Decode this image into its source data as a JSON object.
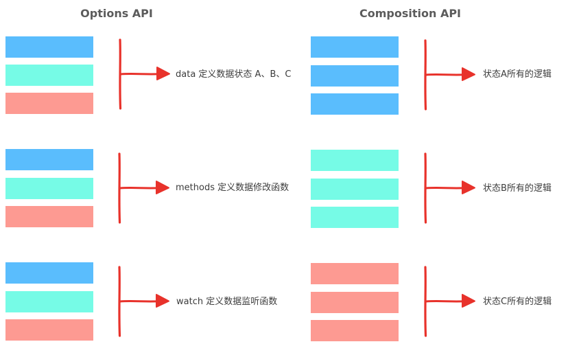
{
  "titles": {
    "left": "Options API",
    "right": "Composition API"
  },
  "colors": {
    "blue": "#5abdfd",
    "cyan": "#76fbe6",
    "red": "#fd9a92",
    "arrow": "#e8322b"
  },
  "options_groups": [
    {
      "colors": [
        "blue",
        "cyan",
        "red"
      ],
      "label": "data 定义数据状态 A、B、C"
    },
    {
      "colors": [
        "blue",
        "cyan",
        "red"
      ],
      "label": "methods 定义数据修改函数"
    },
    {
      "colors": [
        "blue",
        "cyan",
        "red"
      ],
      "label": "watch 定义数据监听函数"
    }
  ],
  "composition_groups": [
    {
      "colors": [
        "blue",
        "blue",
        "blue"
      ],
      "label": "状态A所有的逻辑"
    },
    {
      "colors": [
        "cyan",
        "cyan",
        "cyan"
      ],
      "label": "状态B所有的逻辑"
    },
    {
      "colors": [
        "red",
        "red",
        "red"
      ],
      "label": "状态C所有的逻辑"
    }
  ]
}
